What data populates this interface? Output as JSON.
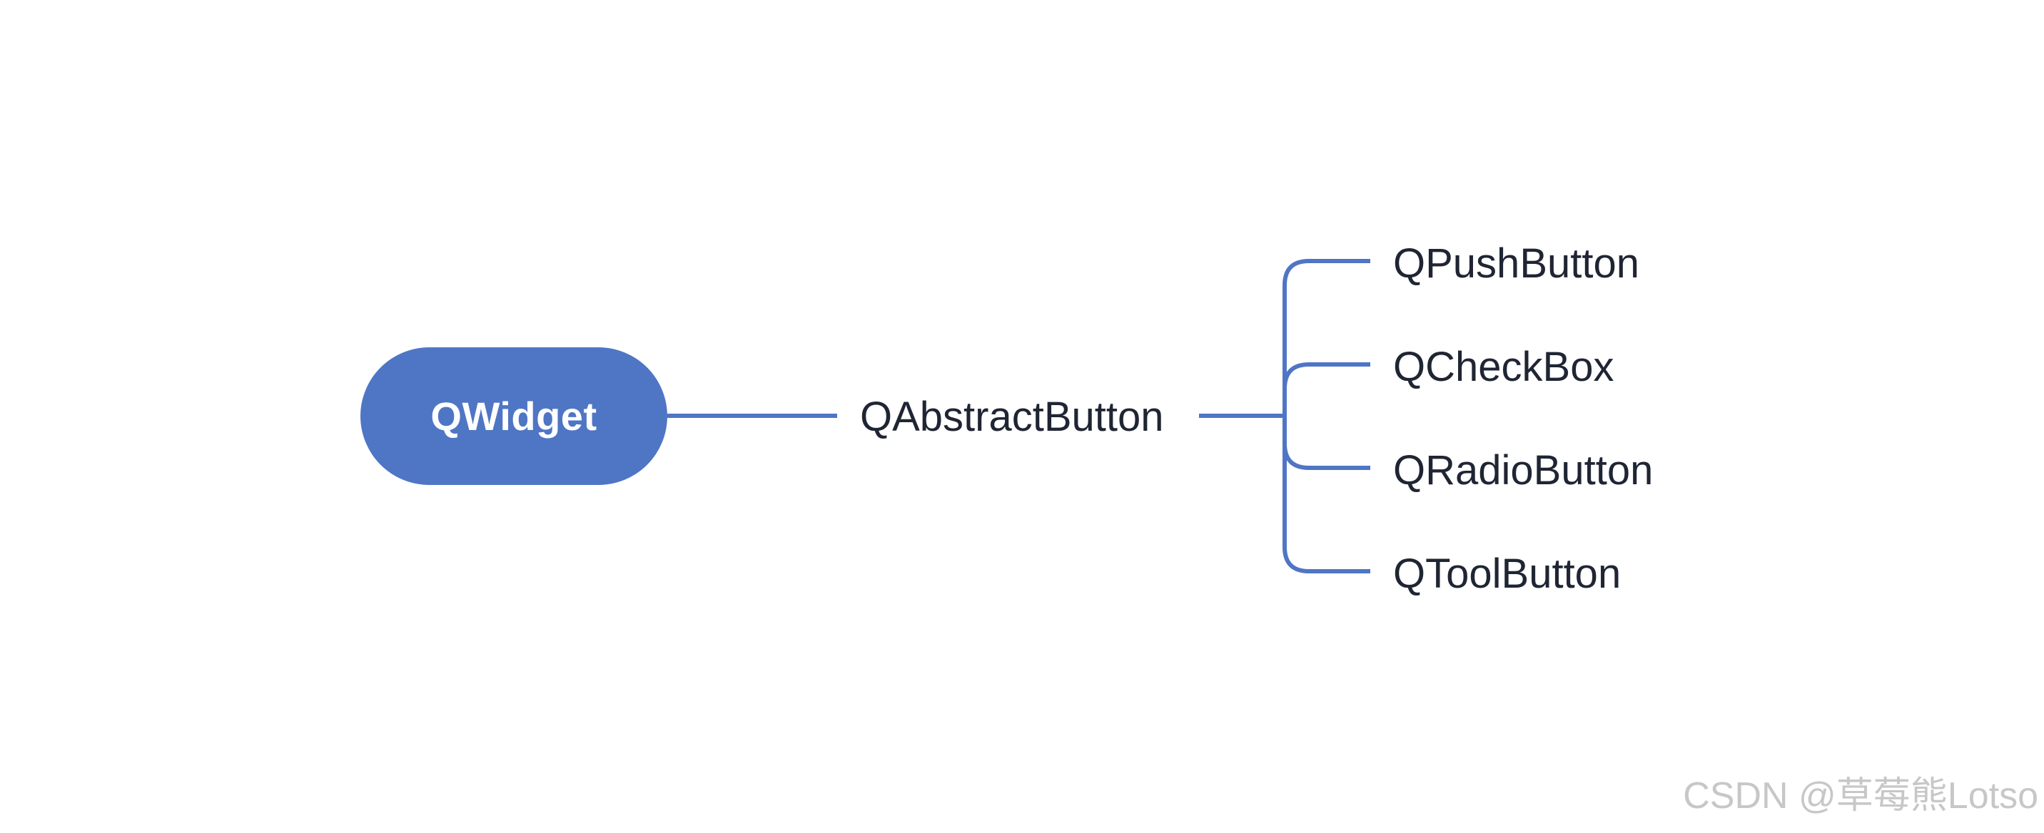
{
  "diagram": {
    "root": {
      "label": "QWidget"
    },
    "middle": {
      "label": "QAbstractButton"
    },
    "leaves": [
      {
        "label": "QPushButton"
      },
      {
        "label": "QCheckBox"
      },
      {
        "label": "QRadioButton"
      },
      {
        "label": "QToolButton"
      }
    ]
  },
  "watermark": {
    "text": "CSDN @草莓熊Lotso"
  },
  "colors": {
    "accent": "#4f76c5",
    "text": "#1f2533",
    "background": "#ffffff",
    "watermark": "#c7c7c7"
  }
}
